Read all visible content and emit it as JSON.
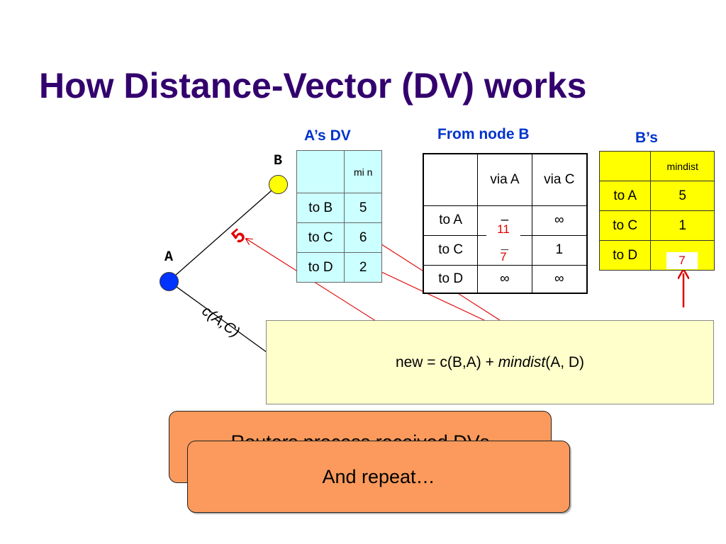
{
  "title": "How Distance-Vector (DV) works",
  "captions": {
    "a_dv": "A’s DV",
    "from_b": "From node B",
    "b_s": "B’s"
  },
  "nodes": {
    "b": "B",
    "a": "A"
  },
  "edges": {
    "ab_cost": "5",
    "ac_label": "c(A,C)"
  },
  "a_table": {
    "header": "mi n",
    "rows": [
      {
        "dest": "to B",
        "min": "5"
      },
      {
        "dest": "to C",
        "min": "6"
      },
      {
        "dest": "to D",
        "min": "2"
      }
    ]
  },
  "b_received": {
    "headers": [
      "via A",
      "via C"
    ],
    "rows": [
      {
        "dest": "to A",
        "via_a": "–",
        "via_c": "∞"
      },
      {
        "dest": "to C",
        "via_a": "–",
        "via_c": "1"
      },
      {
        "dest": "to D",
        "via_a": "∞",
        "via_c": "∞"
      }
    ],
    "overlay_11": "11",
    "overlay_7": "7"
  },
  "b_table": {
    "header": "mindist",
    "rows": [
      {
        "dest": "to A",
        "value": "5"
      },
      {
        "dest": "to C",
        "value": "1"
      },
      {
        "dest": "to D",
        "value": ""
      }
    ],
    "overlay_7": "7"
  },
  "formula": {
    "prefix": "new = c(B,A) + ",
    "italic": "mindist",
    "suffix": "(A, D)"
  },
  "box_back_text": "Routers process received DVs",
  "box_front_text": "And repeat…",
  "colors": {
    "title": "#33006e",
    "caption": "#0033cc",
    "node_b": "#ffff00",
    "node_a": "#0033ff",
    "a_table_bg": "#ccffff",
    "b_table_bg": "#ffff00",
    "arrow": "#e00000",
    "orange_box": "#fb9a5c",
    "formula_bg": "#ffffcc"
  }
}
